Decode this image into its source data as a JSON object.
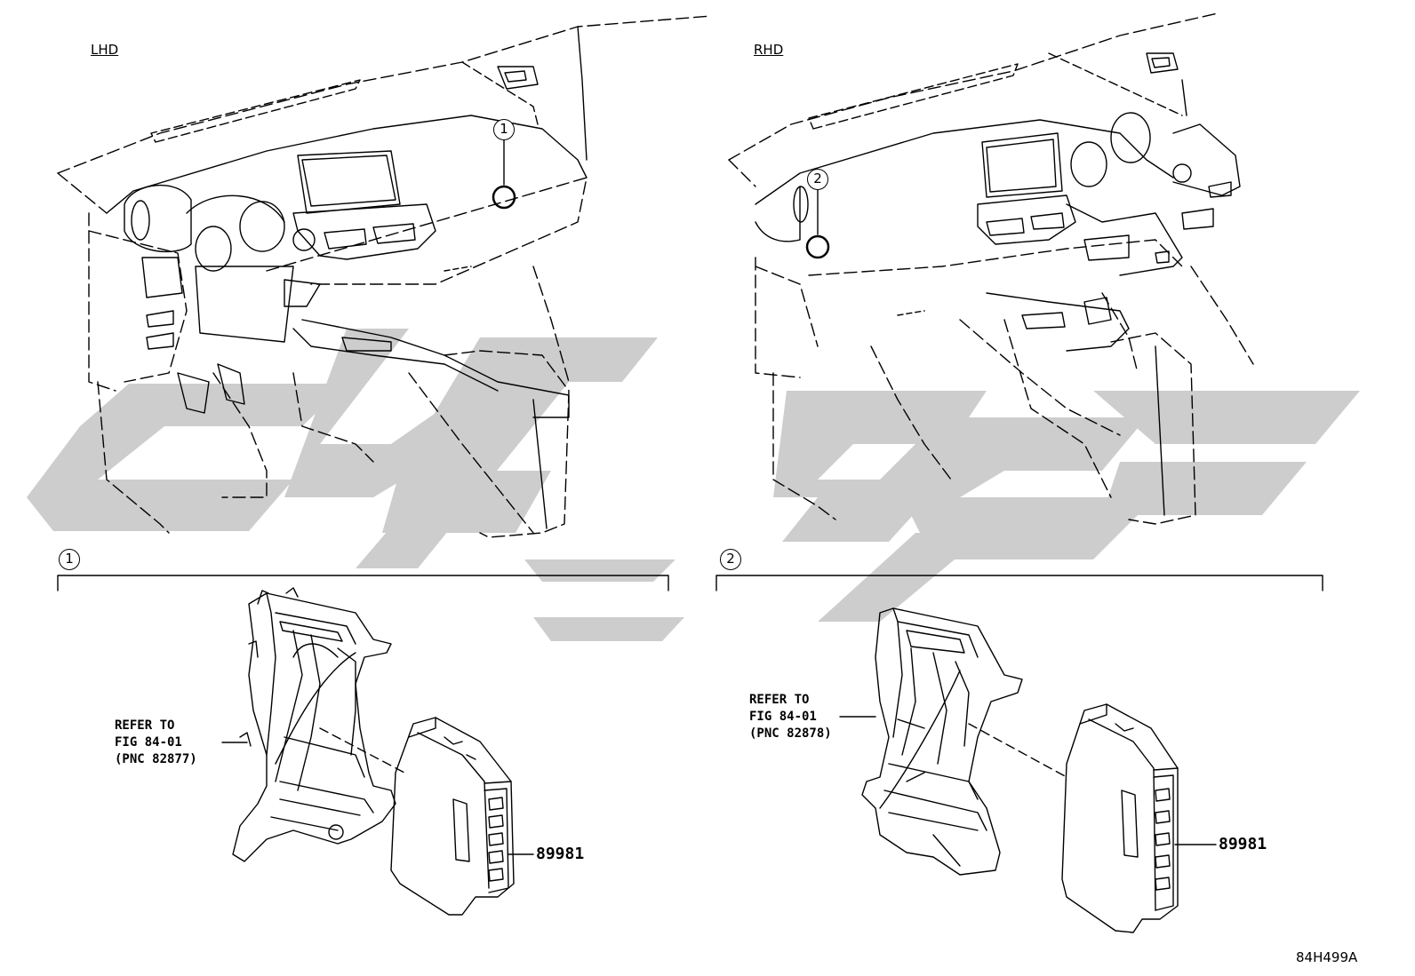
{
  "views": {
    "lhd_label": "LHD",
    "rhd_label": "RHD"
  },
  "callouts": {
    "one": "1",
    "two": "2"
  },
  "left_part": {
    "refer_line1": "REFER TO",
    "refer_line2": "FIG 84-01",
    "refer_line3": "(PNC 82877)",
    "part_number": "89981"
  },
  "right_part": {
    "refer_line1": "REFER TO",
    "refer_line2": "FIG 84-01",
    "refer_line3": "(PNC 82878)",
    "part_number": "89981"
  },
  "illustration_code": "84H499A"
}
